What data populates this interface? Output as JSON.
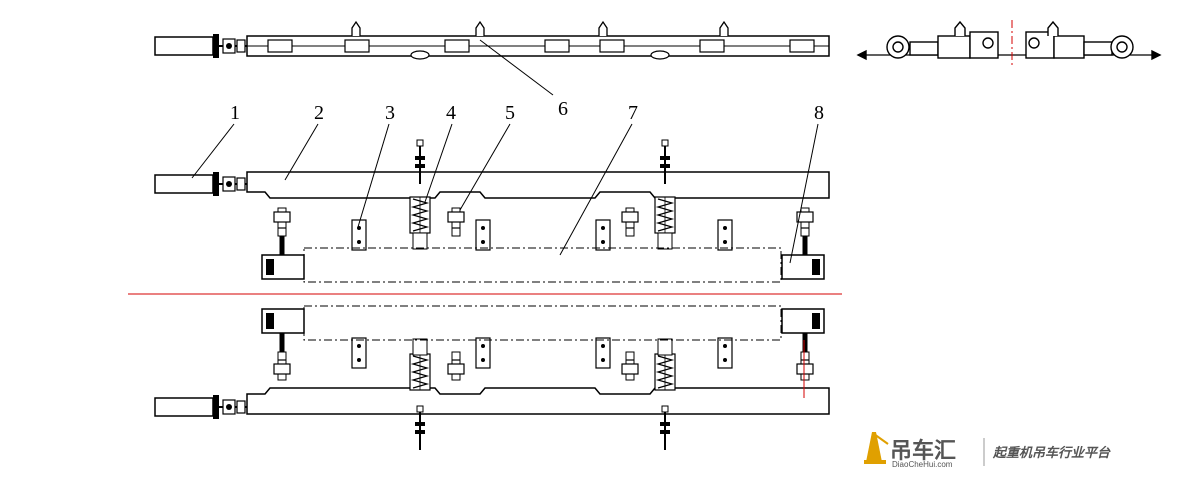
{
  "callouts": [
    "1",
    "2",
    "3",
    "4",
    "5",
    "6",
    "7",
    "8"
  ],
  "watermark": {
    "brand_cn": "吊车汇",
    "brand_en": "DiaoCheHui.com",
    "slogan": "起重机吊车行业平台"
  },
  "colors": {
    "line": "#000000",
    "centerline": "#d40000",
    "watermark": "#555555",
    "logo_accent": "#e0a000"
  }
}
